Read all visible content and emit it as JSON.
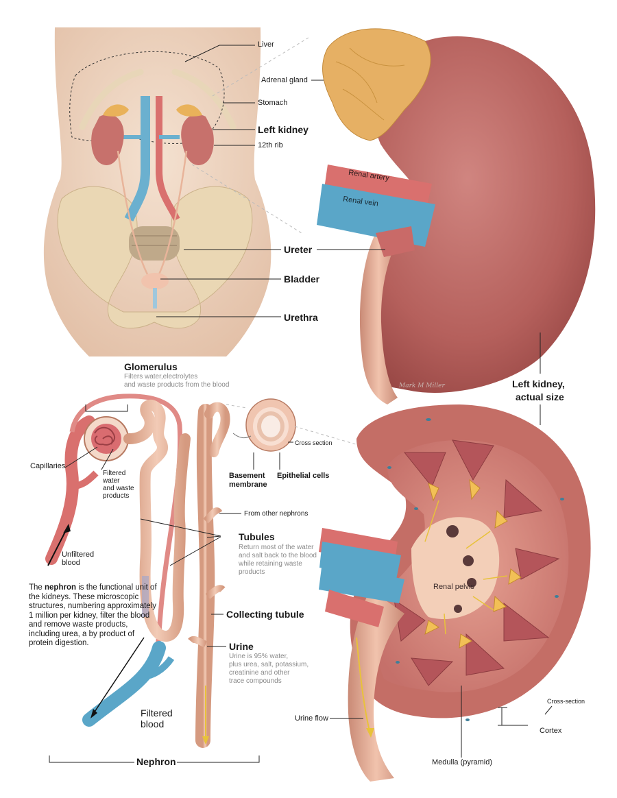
{
  "body_diagram": {
    "liver": "Liver",
    "adrenal_gland": "Adrenal gland",
    "stomach": "Stomach",
    "left_kidney": "Left kidney",
    "rib": "12th rib",
    "ureter": "Ureter",
    "bladder": "Bladder",
    "urethra": "Urethra"
  },
  "kidney_large": {
    "renal_artery": "Renal artery",
    "renal_vein": "Renal vein",
    "caption_line1": "Left kidney,",
    "caption_line2": "actual size",
    "signature": "Mark M Miller"
  },
  "nephron": {
    "glomerulus_title": "Glomerulus",
    "glomerulus_desc_1": "Filters water,electrolytes",
    "glomerulus_desc_2": "and waste products from the blood",
    "capillaries": "Capillaries",
    "filtered_water_1": "Filtered",
    "filtered_water_2": "water",
    "filtered_water_3": "and waste",
    "filtered_water_4": "products",
    "unfiltered_1": "Unfiltered",
    "unfiltered_2": "blood",
    "cross_section": "Cross section",
    "basement_1": "Basement",
    "basement_2": "membrane",
    "epithelial": "Epithelial cells",
    "from_other": "From other nephrons",
    "tubules_title": "Tubules",
    "tubules_desc_1": "Return most of the water",
    "tubules_desc_2": "and salt back to the blood",
    "tubules_desc_3": "while retaining waste",
    "tubules_desc_4": "products",
    "collecting": "Collecting tubule",
    "urine_title": "Urine",
    "urine_desc_1": "Urine is 95% water,",
    "urine_desc_2": "plus urea, salt, potassium,",
    "urine_desc_3": "creatinine and other",
    "urine_desc_4": "trace compounds",
    "filtered_blood_1": "Filtered",
    "filtered_blood_2": "blood",
    "nephron_label": "Nephron",
    "text_pre": "The ",
    "text_bold": "nephron",
    "text_post": " is the functional unit of the kidneys. These microscopic structures, numbering approximately 1 million per kidney, filter the blood and remove waste products, including urea, a by product of protein digestion."
  },
  "kidney_section": {
    "renal_pelvis": "Renal pelvis",
    "cross_section": "Cross-section",
    "cortex": "Cortex",
    "urine_flow": "Urine flow",
    "medulla": "Medulla (pyramid)"
  },
  "colors": {
    "kidney": "#b8625e",
    "artery": "#d9706e",
    "vein": "#5aa6c8",
    "tubule": "#e8b49a",
    "bone": "#ead7b4",
    "skin": "#efd6c3",
    "adrenal": "#e9b25a"
  }
}
